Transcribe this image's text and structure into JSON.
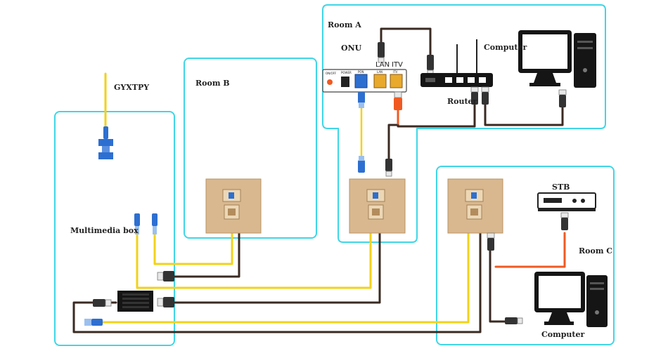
{
  "labels": {
    "room_a": "Room A",
    "room_b": "Room B",
    "room_c": "Room C",
    "onu": "ONU",
    "lan": "LAN",
    "itv": "ITV",
    "on_off": "ON/OFF",
    "power": "POWER",
    "pon": "PON",
    "port_lan": "LAN",
    "port_itv": "ITV",
    "router": "Router",
    "computer_a": "Computer",
    "computer_c": "Computer",
    "stb": "STB",
    "gyxtpy": "GYXTPY",
    "multimedia_box": "Multimedia box"
  },
  "colors": {
    "room_border": "#3fd6e6",
    "fiber": "#f2d21a",
    "ethernet": "#3a2a22",
    "coax": "#f05a22",
    "faceplate": "#d9b88f",
    "connector_blue": "#2d6fd1"
  }
}
